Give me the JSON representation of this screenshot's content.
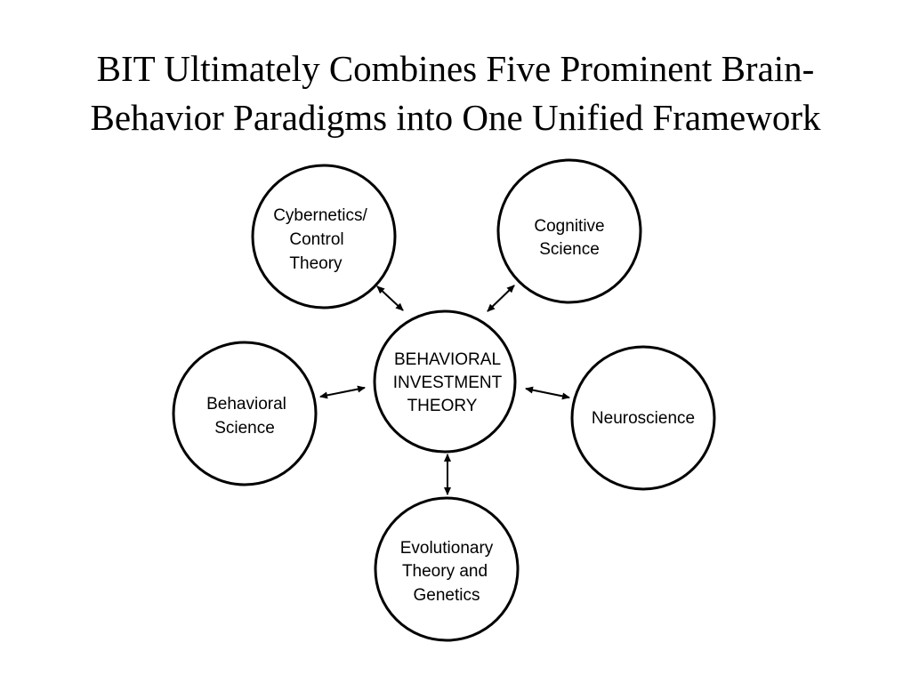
{
  "slide": {
    "title_line1": "BIT Ultimately Combines Five Prominent Brain-",
    "title_line2": "Behavior Paradigms into One Unified Framework"
  },
  "diagram": {
    "center": {
      "lines": [
        "BEHAVIORAL",
        "INVESTMENT",
        "THEORY"
      ]
    },
    "cybernetics": {
      "lines": [
        "Cybernetics/",
        "Control",
        "Theory"
      ]
    },
    "cognitive": {
      "lines": [
        "Cognitive",
        "Science"
      ]
    },
    "behavioral": {
      "lines": [
        "Behavioral",
        "Science"
      ]
    },
    "neuroscience": {
      "lines": [
        "Neuroscience"
      ]
    },
    "evolutionary": {
      "lines": [
        "Evolutionary",
        "Theory and",
        "Genetics"
      ]
    },
    "connections": [
      {
        "from": "center",
        "to": "cybernetics",
        "direction": "bidirectional"
      },
      {
        "from": "center",
        "to": "cognitive",
        "direction": "bidirectional"
      },
      {
        "from": "center",
        "to": "behavioral",
        "direction": "bidirectional"
      },
      {
        "from": "center",
        "to": "neuroscience",
        "direction": "bidirectional"
      },
      {
        "from": "center",
        "to": "evolutionary",
        "direction": "bidirectional"
      }
    ]
  }
}
